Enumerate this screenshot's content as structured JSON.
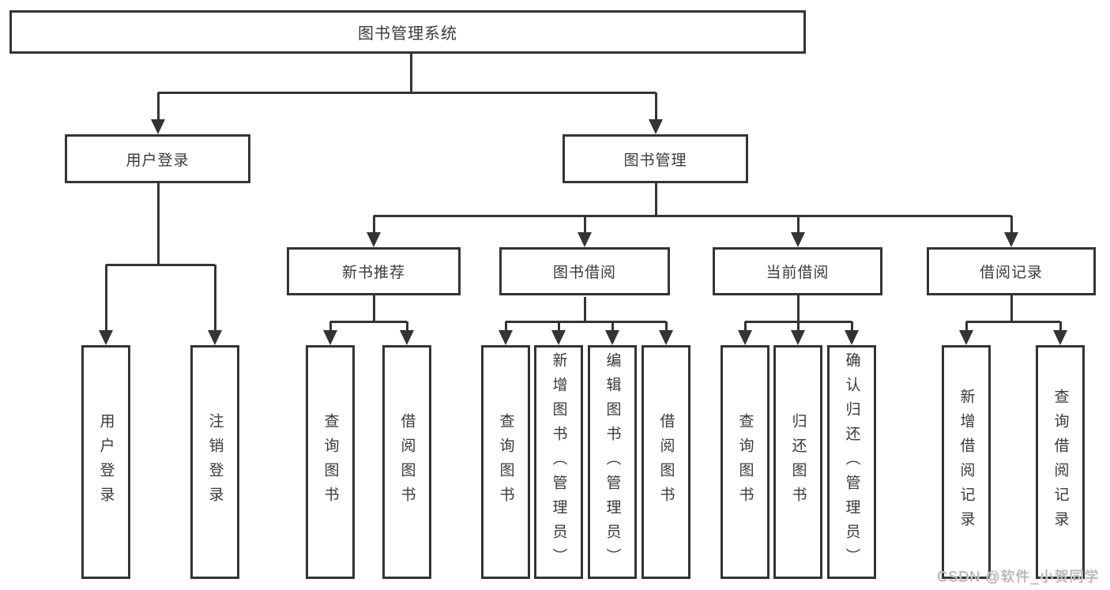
{
  "diagram": {
    "title_node": {
      "label": "图书管理系统"
    },
    "level2": [
      {
        "label": "用户登录"
      },
      {
        "label": "图书管理"
      }
    ],
    "level3": [
      {
        "label": "新书推荐"
      },
      {
        "label": "图书借阅"
      },
      {
        "label": "当前借阅"
      },
      {
        "label": "借阅记录"
      }
    ],
    "leaves": [
      {
        "label": "用户登录",
        "parent": "用户登录"
      },
      {
        "label": "注销登录",
        "parent": "用户登录"
      },
      {
        "label": "查询图书",
        "parent": "新书推荐"
      },
      {
        "label": "借阅图书",
        "parent": "新书推荐"
      },
      {
        "label": "查询图书",
        "parent": "图书借阅"
      },
      {
        "label": "新增图书（管理员）",
        "parent": "图书借阅"
      },
      {
        "label": "编辑图书（管理员）",
        "parent": "图书借阅"
      },
      {
        "label": "借阅图书",
        "parent": "图书借阅"
      },
      {
        "label": "查询图书",
        "parent": "当前借阅"
      },
      {
        "label": "归还图书",
        "parent": "当前借阅"
      },
      {
        "label": "确认归还（管理员）",
        "parent": "当前借阅"
      },
      {
        "label": "新增借阅记录",
        "parent": "借阅记录"
      },
      {
        "label": "查询借阅记录",
        "parent": "借阅记录"
      }
    ]
  },
  "watermark": {
    "text": "CSDN @软件_小贺同学"
  },
  "colors": {
    "line": "#343434",
    "text": "#3a3a3a",
    "background": "#ffffff",
    "watermark": "#b3b3b3"
  }
}
